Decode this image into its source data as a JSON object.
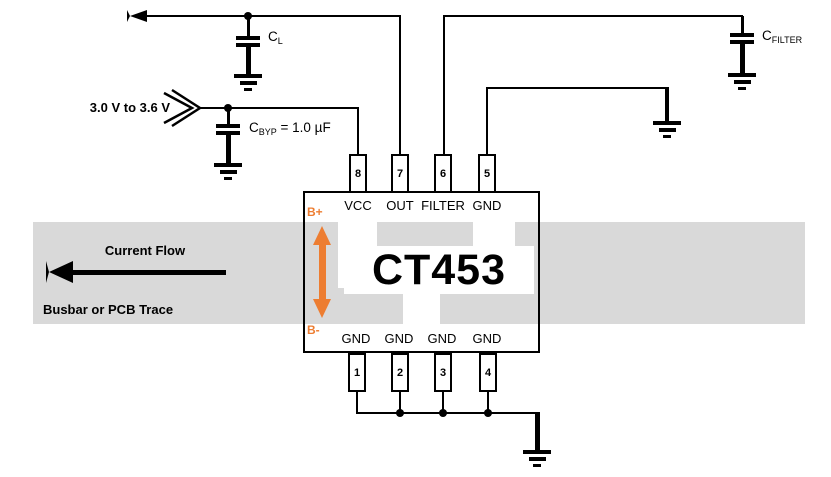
{
  "diagram": {
    "supply_label": "3.0 V to 3.6 V",
    "cap_load": {
      "name": "C",
      "sub": "L"
    },
    "cap_bypass": {
      "name": "C",
      "sub": "BYP",
      "value": " = 1.0 µF"
    },
    "cap_filter": {
      "name": "C",
      "sub": "FILTER"
    },
    "busbar": {
      "current_flow": "Current Flow",
      "label": "Busbar or PCB Trace"
    },
    "ic": {
      "name": "CT453",
      "field_plus": "B+",
      "field_minus": "B-",
      "top_pins": [
        {
          "number": "8",
          "label": "VCC"
        },
        {
          "number": "7",
          "label": "OUT"
        },
        {
          "number": "6",
          "label": "FILTER"
        },
        {
          "number": "5",
          "label": "GND"
        }
      ],
      "bottom_pins": [
        {
          "number": "1",
          "label": "GND"
        },
        {
          "number": "2",
          "label": "GND"
        },
        {
          "number": "3",
          "label": "GND"
        },
        {
          "number": "4",
          "label": "GND"
        }
      ]
    },
    "colors": {
      "busbar_gray": "#d9d9d9",
      "arrow_orange": "#ED7D31"
    }
  }
}
